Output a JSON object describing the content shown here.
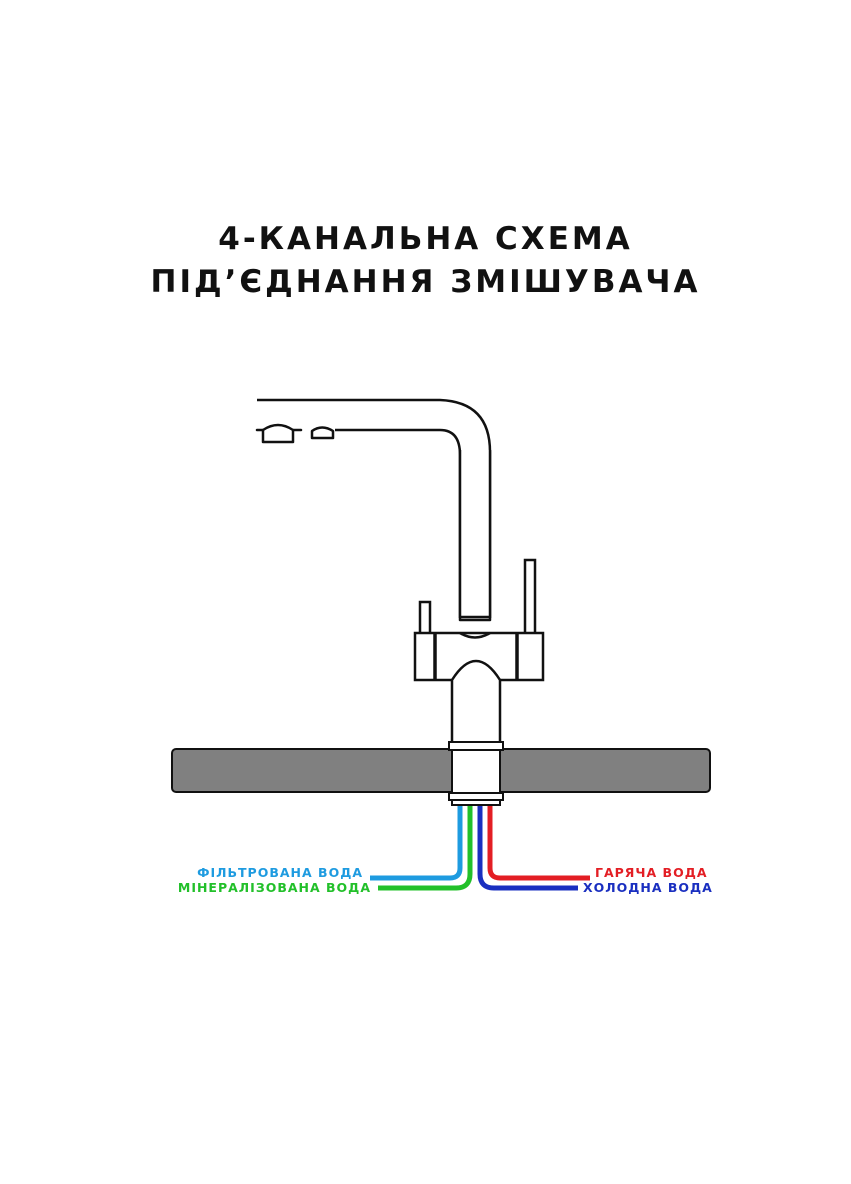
{
  "title": {
    "line1": "4-КАНАЛЬНА СХЕМА",
    "line2": "ПІД’ЄДНАННЯ ЗМІШУВАЧА"
  },
  "pipes": {
    "filtered": {
      "label": "ФІЛЬТРОВАНА ВОДА",
      "color": "#1e9be0"
    },
    "mineral": {
      "label": "МІНЕРАЛІЗОВАНА ВОДА",
      "color": "#22c02a"
    },
    "hot": {
      "label": "ГАРЯЧА ВОДА",
      "color": "#e31e24"
    },
    "cold": {
      "label": "ХОЛОДНА ВОДА",
      "color": "#1a2fc0"
    }
  },
  "countertop": {
    "color": "#808080"
  }
}
